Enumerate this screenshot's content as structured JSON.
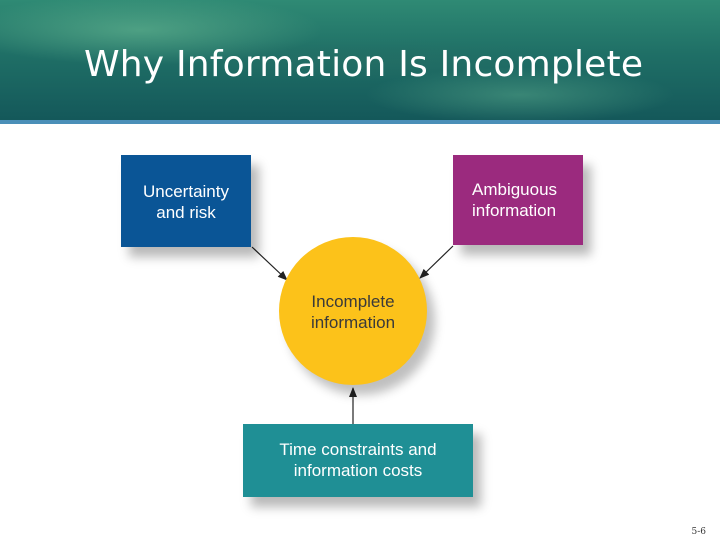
{
  "slide": {
    "title": "Why Information Is Incomplete",
    "page_number": "5-6"
  },
  "diagram": {
    "center": {
      "line1": "Incomplete",
      "line2": "information"
    },
    "nodes": [
      {
        "line1": "Uncertainty",
        "line2": "and risk",
        "color": "#0a5596"
      },
      {
        "line1": "Ambiguous",
        "line2": "information",
        "color": "#9b2a7e"
      },
      {
        "line1": "Time constraints and",
        "line2": "information costs",
        "color": "#1f8f95"
      }
    ],
    "center_color": "#fcc21a"
  }
}
